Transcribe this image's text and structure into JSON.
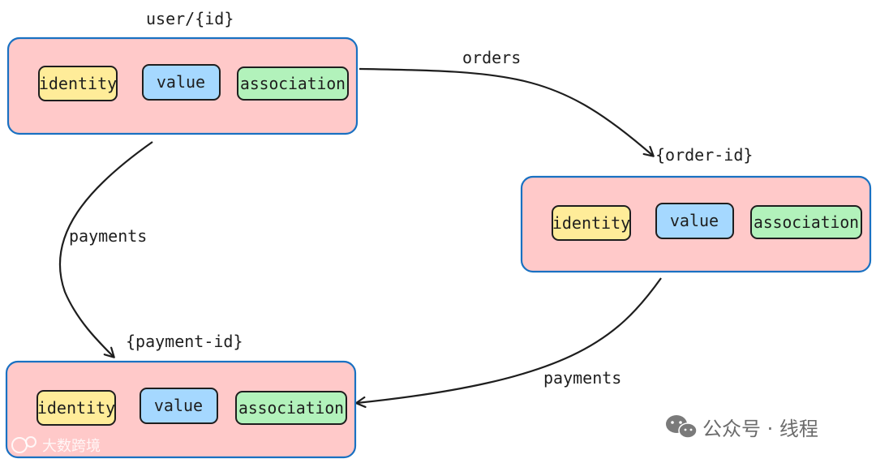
{
  "nodes": [
    {
      "title": "user/{id}",
      "pills": [
        {
          "label": "identity",
          "color": "#ffec99"
        },
        {
          "label": "value",
          "color": "#a5d8ff"
        },
        {
          "label": "association",
          "color": "#b2f2bb"
        }
      ]
    },
    {
      "title": "{order-id}",
      "pills": [
        {
          "label": "identity",
          "color": "#ffec99"
        },
        {
          "label": "value",
          "color": "#a5d8ff"
        },
        {
          "label": "association",
          "color": "#b2f2bb"
        }
      ]
    },
    {
      "title": "{payment-id}",
      "pills": [
        {
          "label": "identity",
          "color": "#ffec99"
        },
        {
          "label": "value",
          "color": "#a5d8ff"
        },
        {
          "label": "association",
          "color": "#b2f2bb"
        }
      ]
    }
  ],
  "edges": [
    {
      "from": "user/{id}",
      "to": "{order-id}",
      "label": "orders"
    },
    {
      "from": "user/{id}",
      "to": "{payment-id}",
      "label": "payments"
    },
    {
      "from": "{order-id}",
      "to": "{payment-id}",
      "label": "payments"
    }
  ],
  "colors": {
    "node_fill": "#ffc9c9",
    "node_stroke": "#1971c2",
    "pill_stroke": "#1e1e1e",
    "arrow": "#1e1e1e"
  },
  "watermark": {
    "right": "公众号 · 线程",
    "right_icon": "wechat-icon",
    "left": "大数跨境",
    "left_icon": "brand-logo-icon"
  }
}
